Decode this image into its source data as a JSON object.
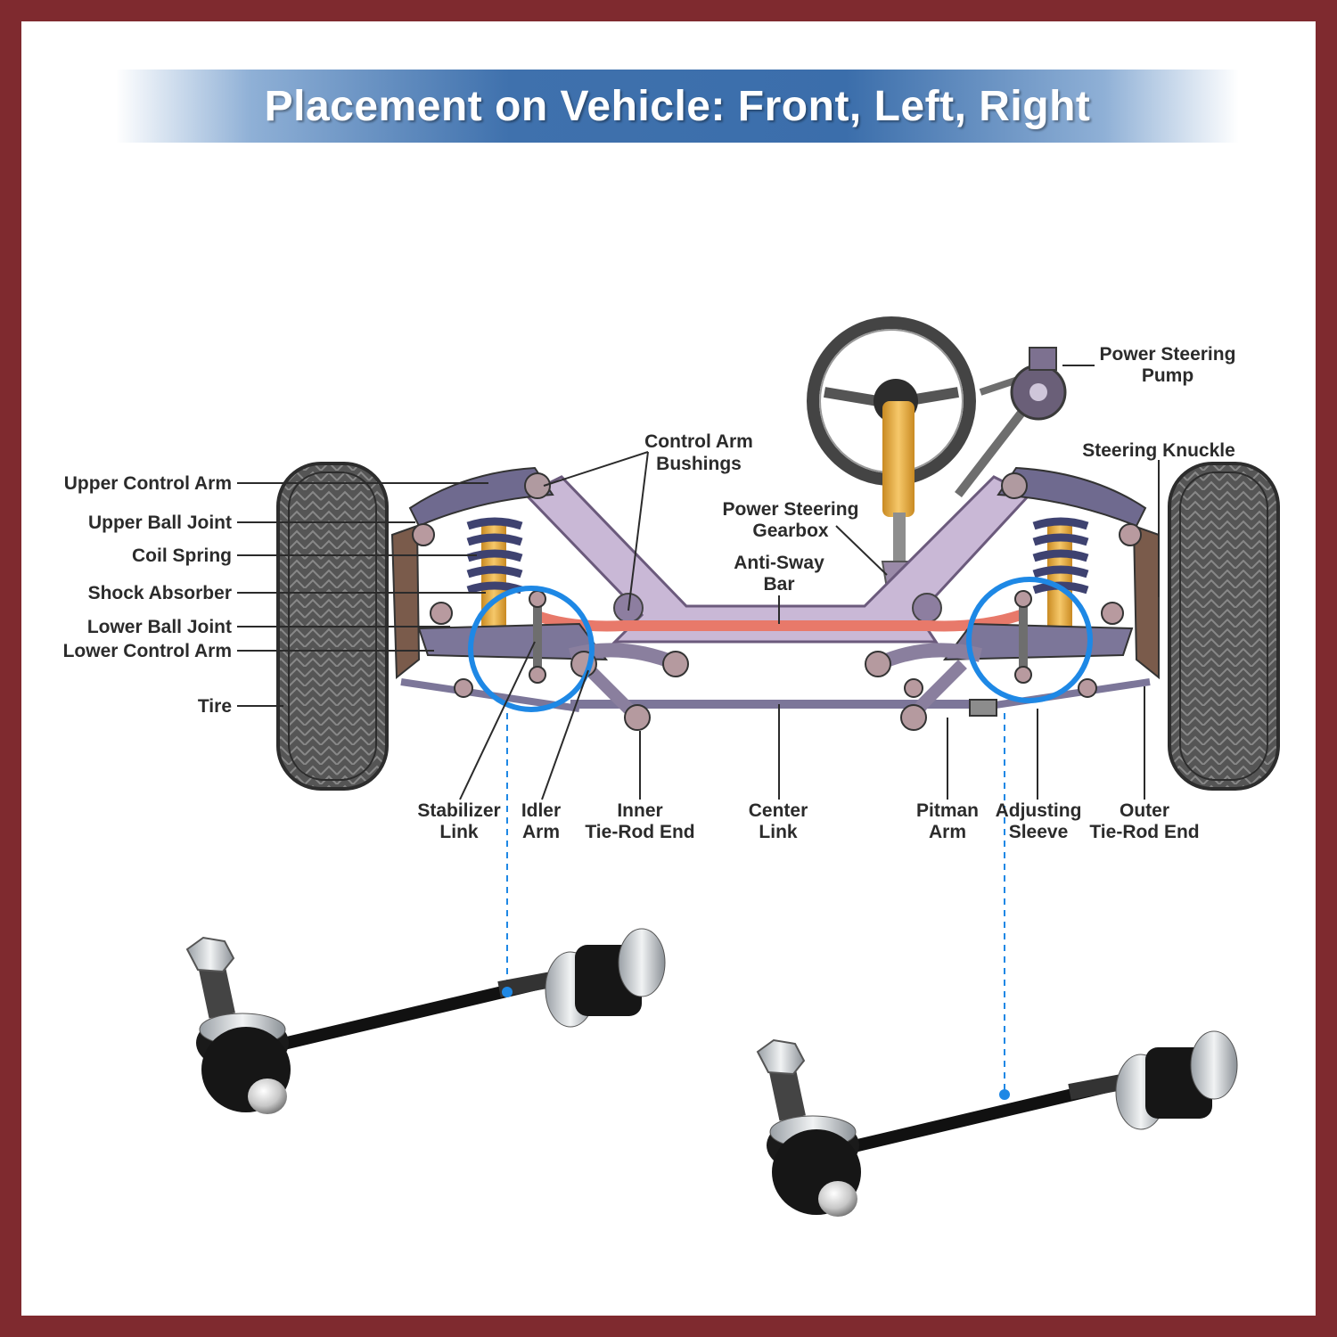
{
  "title": "Placement on Vehicle: Front, Left, Right",
  "labels": {
    "upper_control_arm": "Upper Control Arm",
    "upper_ball_joint": "Upper Ball Joint",
    "coil_spring": "Coil Spring",
    "shock_absorber": "Shock Absorber",
    "lower_ball_joint": "Lower Ball Joint",
    "lower_control_arm": "Lower Control Arm",
    "tire": "Tire",
    "control_arm_bushings_1": "Control Arm",
    "control_arm_bushings_2": "Bushings",
    "power_steering_gearbox_1": "Power Steering",
    "power_steering_gearbox_2": "Gearbox",
    "anti_sway_bar_1": "Anti-Sway",
    "anti_sway_bar_2": "Bar",
    "power_steering_pump_1": "Power Steering",
    "power_steering_pump_2": "Pump",
    "steering_knuckle": "Steering Knuckle",
    "stabilizer_link_1": "Stabilizer",
    "stabilizer_link_2": "Link",
    "idler_arm_1": "Idler",
    "idler_arm_2": "Arm",
    "inner_tie_rod_end_1": "Inner",
    "inner_tie_rod_end_2": "Tie-Rod End",
    "center_link_1": "Center",
    "center_link_2": "Link",
    "pitman_arm_1": "Pitman",
    "pitman_arm_2": "Arm",
    "adjusting_sleeve_1": "Adjusting",
    "adjusting_sleeve_2": "Sleeve",
    "outer_tie_rod_end_1": "Outer",
    "outer_tie_rod_end_2": "Tie-Rod End"
  },
  "colors": {
    "frame": "#7f2a2f",
    "banner": "#3b6eab",
    "highlight_circle": "#1e88e5",
    "frame_member": "#c9b8d6",
    "sway_bar": "#e8796a",
    "shock": "#f0b24a",
    "spring": "#4a4f7a"
  }
}
